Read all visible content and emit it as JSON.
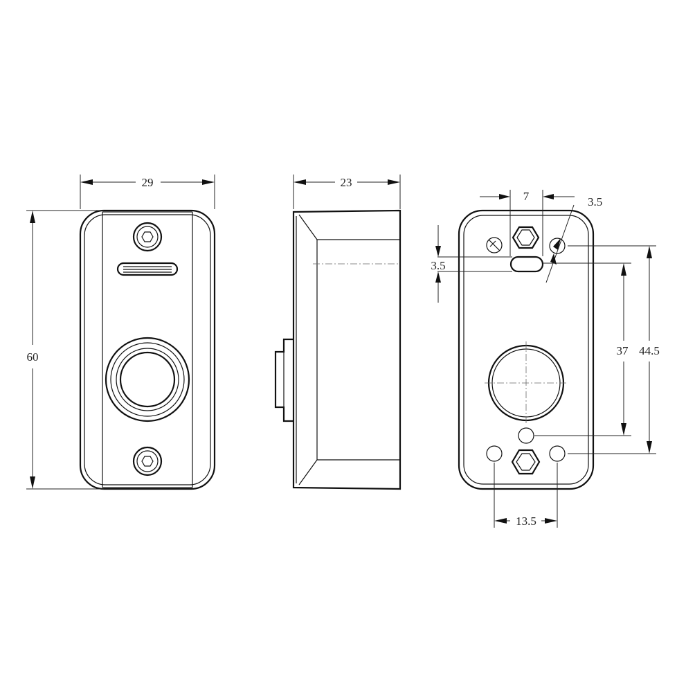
{
  "dimensions": {
    "front_width": "29",
    "front_height": "60",
    "side_depth": "23",
    "rear_slot_spacing": "7",
    "rear_hole_diameter": "3.5",
    "rear_slot_width": "3.5",
    "rear_spacing_inner": "37",
    "rear_spacing_outer": "44.5",
    "rear_bottom_spacing": "13.5"
  },
  "views": {
    "front": "front-view",
    "side": "side-view",
    "rear": "rear-view"
  },
  "colors": {
    "line": "#111111",
    "background": "#ffffff"
  }
}
